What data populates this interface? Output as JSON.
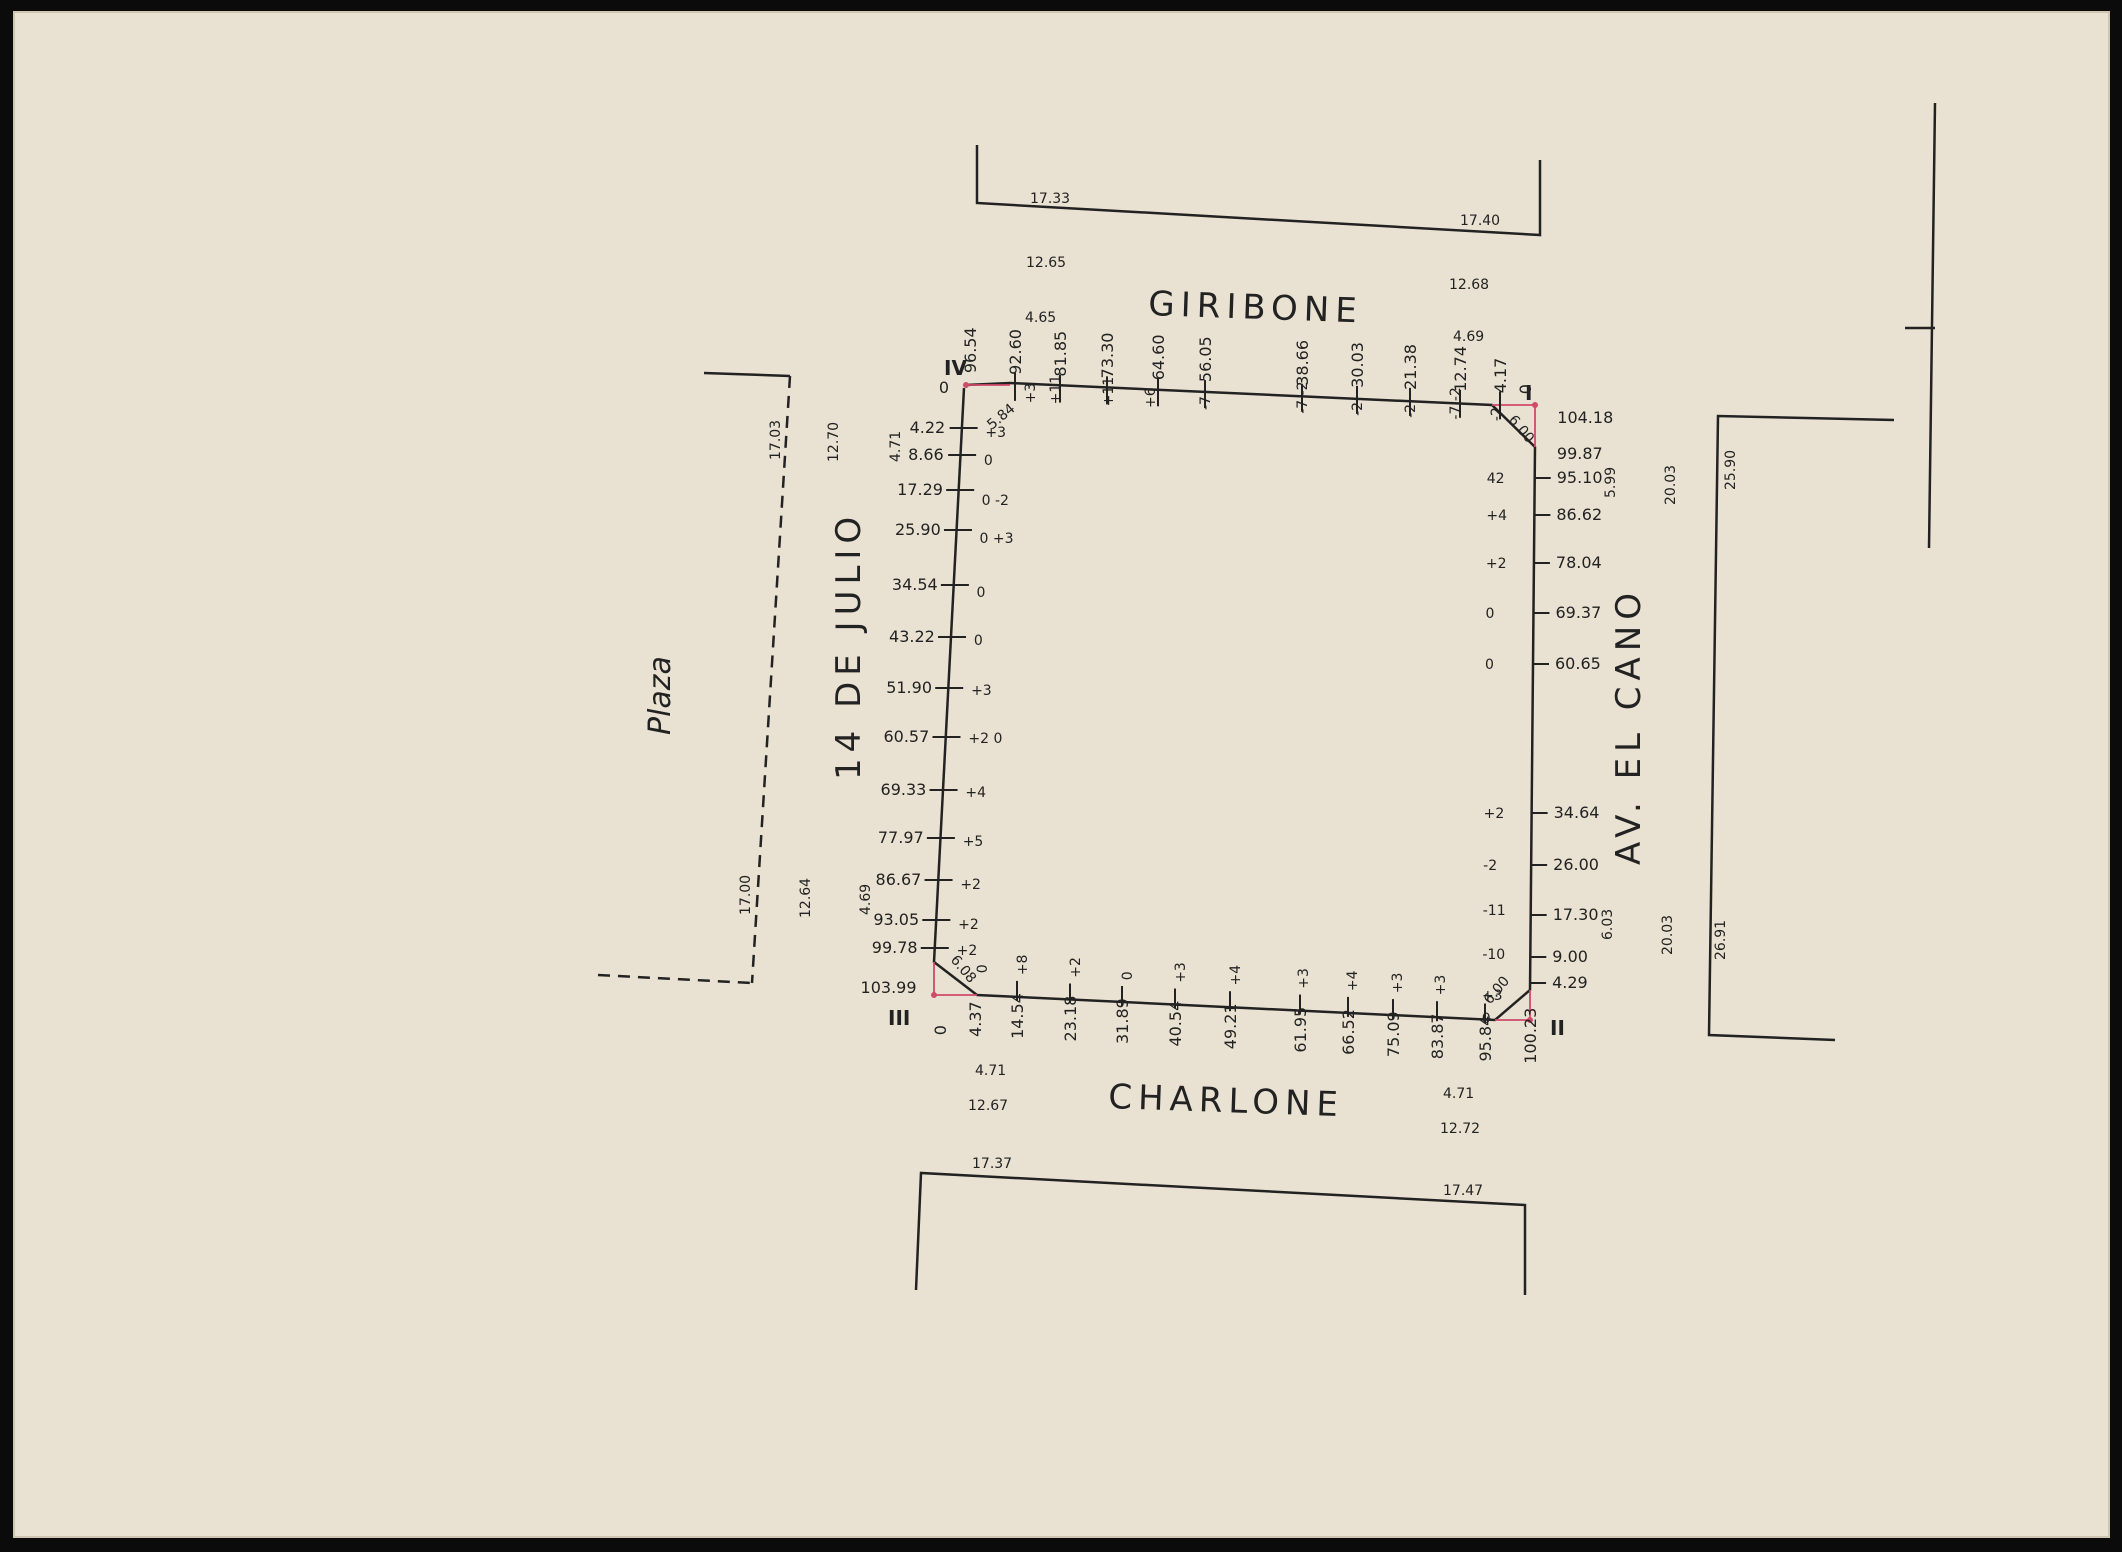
{
  "streets": {
    "north": "GIRIBONE",
    "south": "CHARLONE",
    "west": "14 DE JULIO",
    "east": "AV. EL CANO"
  },
  "plaza_label": "Plaza",
  "corners": {
    "nw": "IV",
    "ne": "I",
    "sw": "III",
    "se": "II"
  },
  "north_side": {
    "stations": [
      "96.54",
      "92.60",
      "81.85",
      "73.30",
      "64.60",
      "56.05",
      "38.66",
      "30.03",
      "21.38",
      "12.74",
      "4.17",
      "0"
    ],
    "offsets": [
      "+3",
      "+11",
      "+11",
      "+6",
      "-7",
      "-7 -2",
      "-2",
      "-2",
      "-7 -2",
      "-2"
    ],
    "widths": [
      "4.65",
      "12.65",
      "12.68",
      "4.69"
    ],
    "opposite_front": [
      "17.33",
      "17.40"
    ]
  },
  "west_side": {
    "stations": [
      "0",
      "4.22",
      "8.66",
      "17.29",
      "25.90",
      "34.54",
      "43.22",
      "51.90",
      "60.57",
      "69.33",
      "77.97",
      "86.67",
      "93.05",
      "99.78",
      "103.99"
    ],
    "offsets": [
      "+3",
      "0",
      "0 -2",
      "0 +3",
      "0",
      "0",
      "+3",
      "+2 0",
      "+4",
      "+5",
      "+2",
      "+2",
      "+2"
    ],
    "chamfers": [
      "5.84",
      "6.08"
    ],
    "widths": [
      "4.71",
      "12.70",
      "4.69",
      "12.64"
    ],
    "plaza_front": [
      "17.03",
      "17.00"
    ]
  },
  "east_side": {
    "stations": [
      "104.18",
      "99.87",
      "95.10",
      "86.62",
      "78.04",
      "69.37",
      "60.65",
      "34.64",
      "26.00",
      "17.30",
      "9.00",
      "4.29"
    ],
    "offsets": [
      "42",
      "+4",
      "+2",
      "0",
      "0",
      "+2",
      "-2",
      "-11",
      "-10",
      "+3",
      "0"
    ],
    "chamfers": [
      "6.00",
      "6.00"
    ],
    "widths": [
      "5.99",
      "20.03",
      "6.03",
      "20.03"
    ],
    "opposite_front": [
      "25.90",
      "26.91"
    ]
  },
  "south_side": {
    "stations": [
      "0",
      "4.37",
      "14.54",
      "23.18",
      "31.89",
      "40.54",
      "49.21",
      "61.95",
      "66.52",
      "75.09",
      "83.87",
      "95.84",
      "100.23"
    ],
    "offsets": [
      "0",
      "+8",
      "+2",
      "0",
      "+3",
      "+4",
      "+3",
      "+4",
      "+3",
      "+3"
    ],
    "widths": [
      "4.71",
      "12.67",
      "4.71",
      "12.72"
    ],
    "opposite_front": [
      "17.37",
      "17.47"
    ]
  },
  "colors": {
    "paper": "#e9e2d2",
    "ink": "#222222",
    "corner_mark": "#d04a6a",
    "border": "#0b0b0b"
  }
}
